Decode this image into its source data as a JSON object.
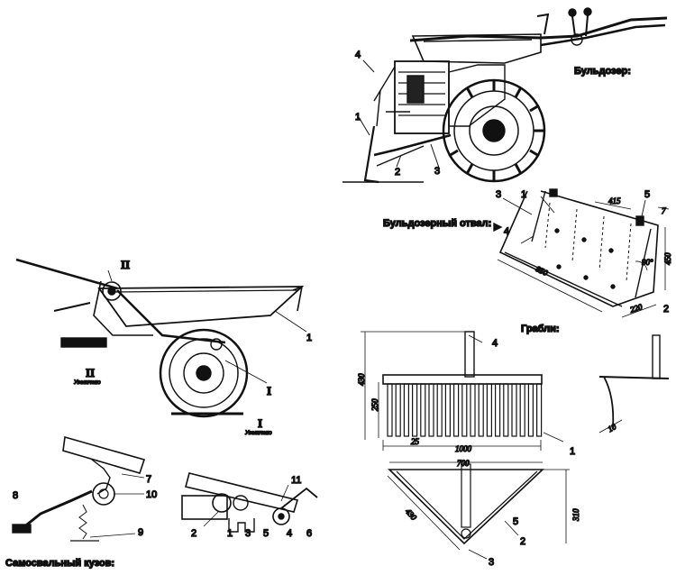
{
  "captions": {
    "bulldozer": "Бульдозер:",
    "blade": "Бульдозерный   отвал:",
    "rake": "Грабли:",
    "dump_body": "Самосвальный кузов:"
  },
  "roman": {
    "one": "I",
    "two": "II"
  },
  "enlarged": "Увеличено",
  "numbers": {
    "n1": "1",
    "n2": "2",
    "n3": "3",
    "n4": "4",
    "n5": "5",
    "n6": "6",
    "n7": "7",
    "n8": "8",
    "n9": "9",
    "n10": "10",
    "n11": "11"
  },
  "dimensions": {
    "d415": "415",
    "d7": "7",
    "d90": "90°",
    "d450": "450",
    "d850": "850",
    "d220": "220",
    "d430": "430",
    "d250": "250",
    "d25": "25",
    "d1000": "1000",
    "d700": "700",
    "d310": "310",
    "d10": "10"
  },
  "colors": {
    "ink": "#111111",
    "paper": "#ffffff"
  }
}
